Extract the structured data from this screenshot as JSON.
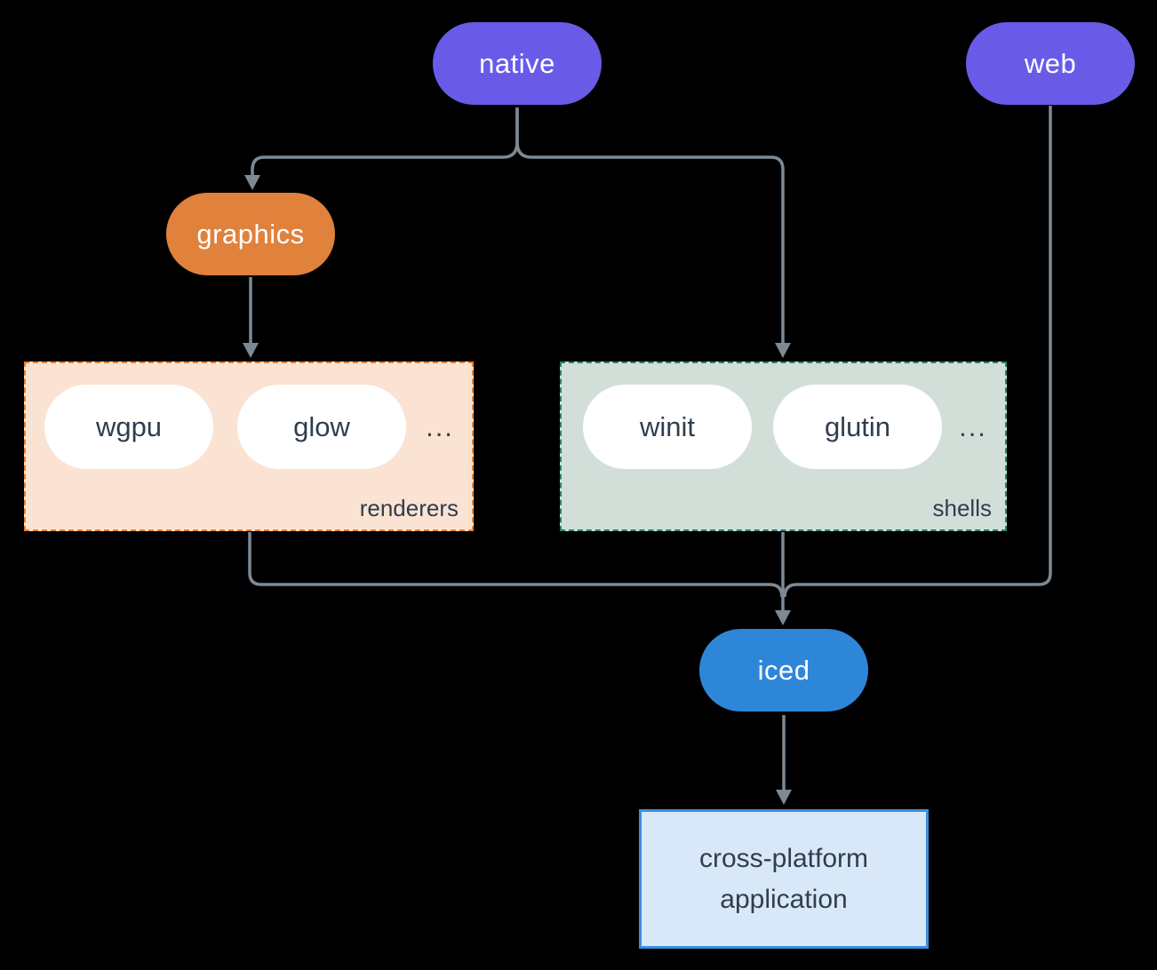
{
  "diagram": {
    "nodes": {
      "native": {
        "label": "native"
      },
      "web": {
        "label": "web"
      },
      "graphics": {
        "label": "graphics"
      },
      "wgpu": {
        "label": "wgpu"
      },
      "glow": {
        "label": "glow"
      },
      "winit": {
        "label": "winit"
      },
      "glutin": {
        "label": "glutin"
      },
      "iced": {
        "label": "iced"
      },
      "app": {
        "label": "cross-platform application"
      }
    },
    "groups": {
      "renderers": {
        "label": "renderers",
        "ellipsis": "..."
      },
      "shells": {
        "label": "shells",
        "ellipsis": "..."
      }
    }
  },
  "colors": {
    "purple": "#6a5ae8",
    "orange": "#e0813c",
    "blue": "#2e86d8",
    "peach-bg": "#fae3d3",
    "peach-border": "#e67f2f",
    "sage-bg": "#d2dfd9",
    "sage-border": "#2b7f6e",
    "appbox-bg": "#d9e8f8",
    "appbox-border": "#3b8ede",
    "slate": "#2f3e4e",
    "line": "#7d8a96"
  }
}
